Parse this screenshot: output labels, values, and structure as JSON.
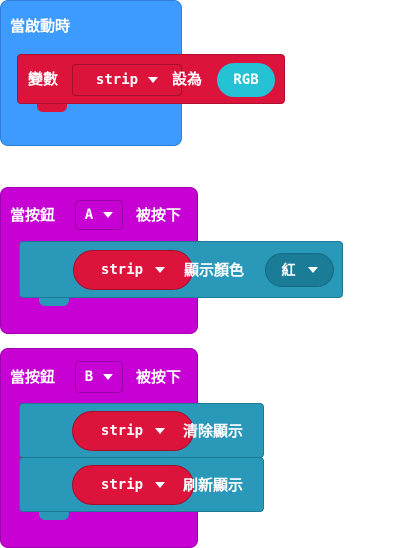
{
  "colors": {
    "basic": "#3d9aff",
    "variable": "#dc143c",
    "input": "#c700d4",
    "neopixel": "#2a98b9",
    "neopixel_dark": "#1b7c97",
    "rgb_field": "#25c2d6"
  },
  "on_start": {
    "label": "當啟動時",
    "set_block": {
      "prefix": "變數",
      "variable": "strip",
      "middle": "設為",
      "value": "RGB"
    }
  },
  "button_a": {
    "prefix": "當按鈕",
    "button": "A",
    "suffix": "被按下",
    "show_color": {
      "strip": "strip",
      "label": "顯示顏色",
      "color": "紅"
    }
  },
  "button_b": {
    "prefix": "當按鈕",
    "button": "B",
    "suffix": "被按下",
    "clear": {
      "strip": "strip",
      "label": "清除顯示"
    },
    "show": {
      "strip": "strip",
      "label": "刷新顯示"
    }
  }
}
